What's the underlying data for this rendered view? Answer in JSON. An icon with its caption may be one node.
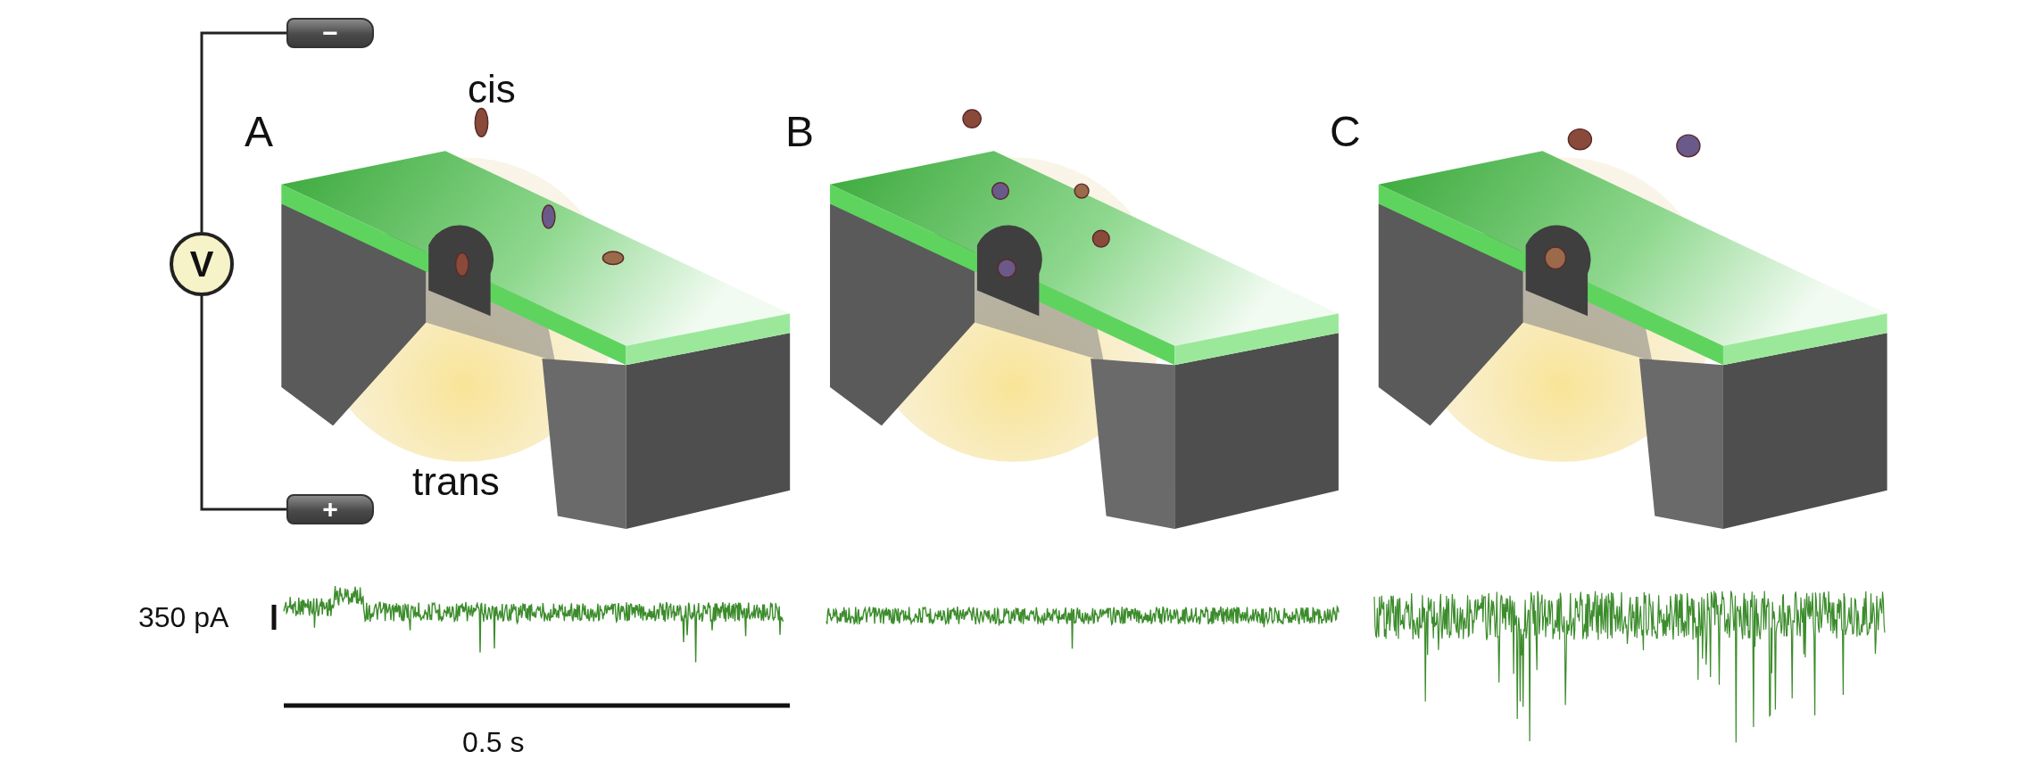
{
  "diagram": {
    "nodes": [
      {
        "text": [
          "V"
        ]
      },
      {
        "text": [
          "−"
        ]
      },
      {
        "text": [
          "+"
        ]
      }
    ],
    "edges": [
      {
        "from": 0,
        "to": 1,
        "arrow": "none"
      },
      {
        "from": 0,
        "to": 2,
        "arrow": "none"
      }
    ],
    "labels": [
      "cis",
      "A",
      "B",
      "C",
      "trans",
      "350 pA",
      "0.5 s"
    ]
  }
}
